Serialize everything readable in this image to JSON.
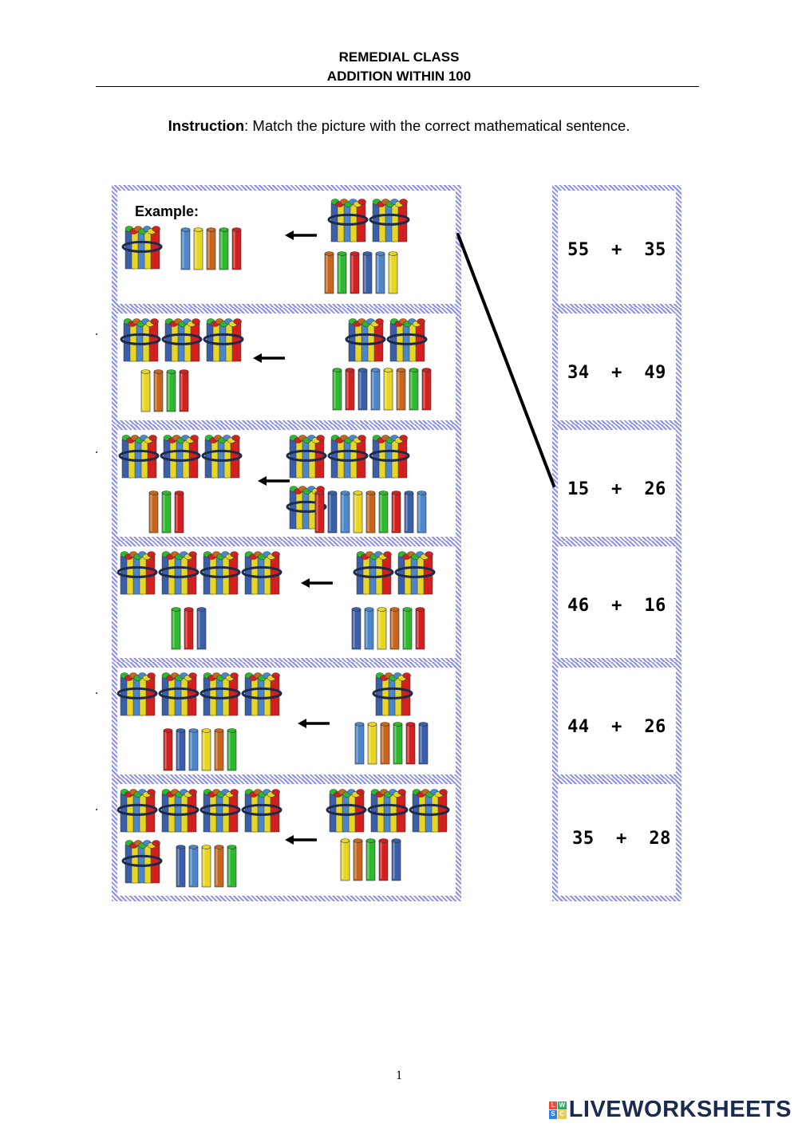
{
  "header": {
    "line1": "REMEDIAL CLASS",
    "line2": "ADDITION WITHIN 100"
  },
  "instruction": {
    "label": "Instruction",
    "text": ": Match the picture with the correct mathematical sentence."
  },
  "example_label": "Example:",
  "pictures": [
    {
      "left_bundles": 1,
      "left_sticks": 5,
      "right_bundles": 2,
      "right_sticks": 6
    },
    {
      "left_bundles": 3,
      "left_sticks": 4,
      "right_bundles": 2,
      "right_sticks": 8
    },
    {
      "left_bundles": 3,
      "left_sticks": 3,
      "right_bundles": 4,
      "right_sticks": 9
    },
    {
      "left_bundles": 4,
      "left_sticks": 3,
      "right_bundles": 2,
      "right_sticks": 6
    },
    {
      "left_bundles": 4,
      "left_sticks": 6,
      "right_bundles": 1,
      "right_sticks": 6
    },
    {
      "left_bundles": 5,
      "left_sticks": 5,
      "right_bundles": 3,
      "right_sticks": 5
    }
  ],
  "sentences": [
    "55  +  35",
    "34  +  49",
    "15  +  26",
    "46  +  16",
    "44  +  26",
    "35  +  28"
  ],
  "match": {
    "from_picture": 0,
    "to_sentence": 2
  },
  "page_number": "1",
  "brand": {
    "name": "LIVEWORKSHEETS",
    "mark": [
      "L",
      "W",
      "S",
      "C"
    ]
  },
  "colors": {
    "border": "#8a8ff0",
    "brand_text": "#1b2b4f",
    "stick_palette": [
      "#4a86c8",
      "#e8d624",
      "#c8651c",
      "#2eb82e",
      "#d02020",
      "#3a5fa8"
    ],
    "logo_mark": [
      "#e94c3d",
      "#27ae60",
      "#2f80ed",
      "#f2c94c"
    ]
  },
  "icons": [
    "arrow-left-icon",
    "stick-bundle-icon",
    "stick-icon",
    "liveworksheets-logo-icon"
  ]
}
